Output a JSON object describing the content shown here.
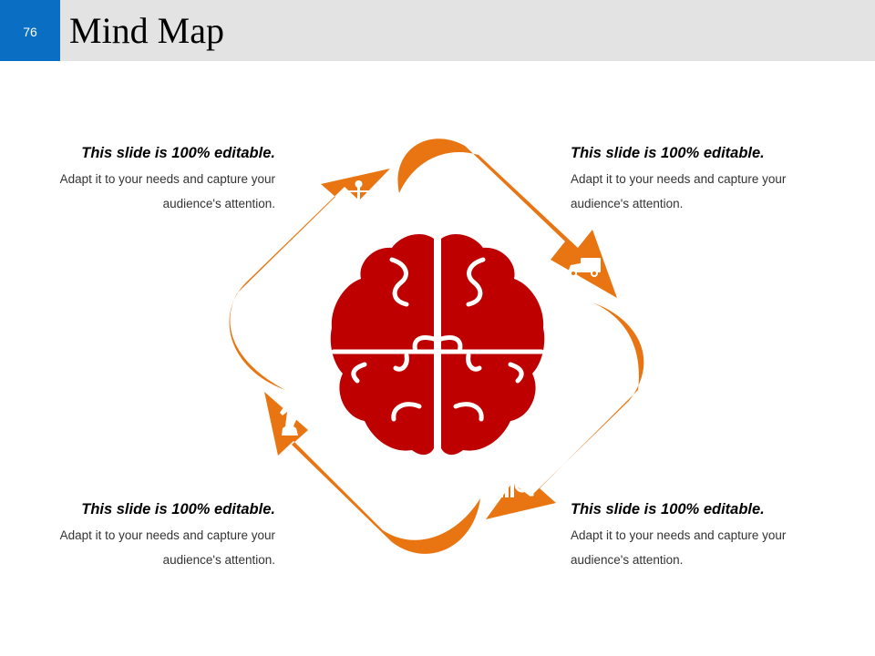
{
  "slide": {
    "number": "76",
    "title": "Mind Map"
  },
  "colors": {
    "accent_blue": "#0a6fc2",
    "header_gray": "#e3e3e3",
    "arrow_orange": "#e87511",
    "brain_red": "#bf0000"
  },
  "blocks": {
    "top_left": {
      "heading": "This slide is 100% editable.",
      "body": "Adapt it to your needs and capture your audience's attention."
    },
    "top_right": {
      "heading": "This slide is 100% editable.",
      "body": "Adapt it to your needs and capture your audience's attention."
    },
    "bottom_left": {
      "heading": "This slide is 100% editable.",
      "body": "Adapt it to your needs and capture your audience's attention."
    },
    "bottom_right": {
      "heading": "This slide is 100% editable.",
      "body": "Adapt it to your needs and capture your audience's attention."
    }
  },
  "icons": [
    "scales-icon",
    "delivery-van-icon",
    "chart-search-icon",
    "chess-knight-icon",
    "brain-icon"
  ]
}
